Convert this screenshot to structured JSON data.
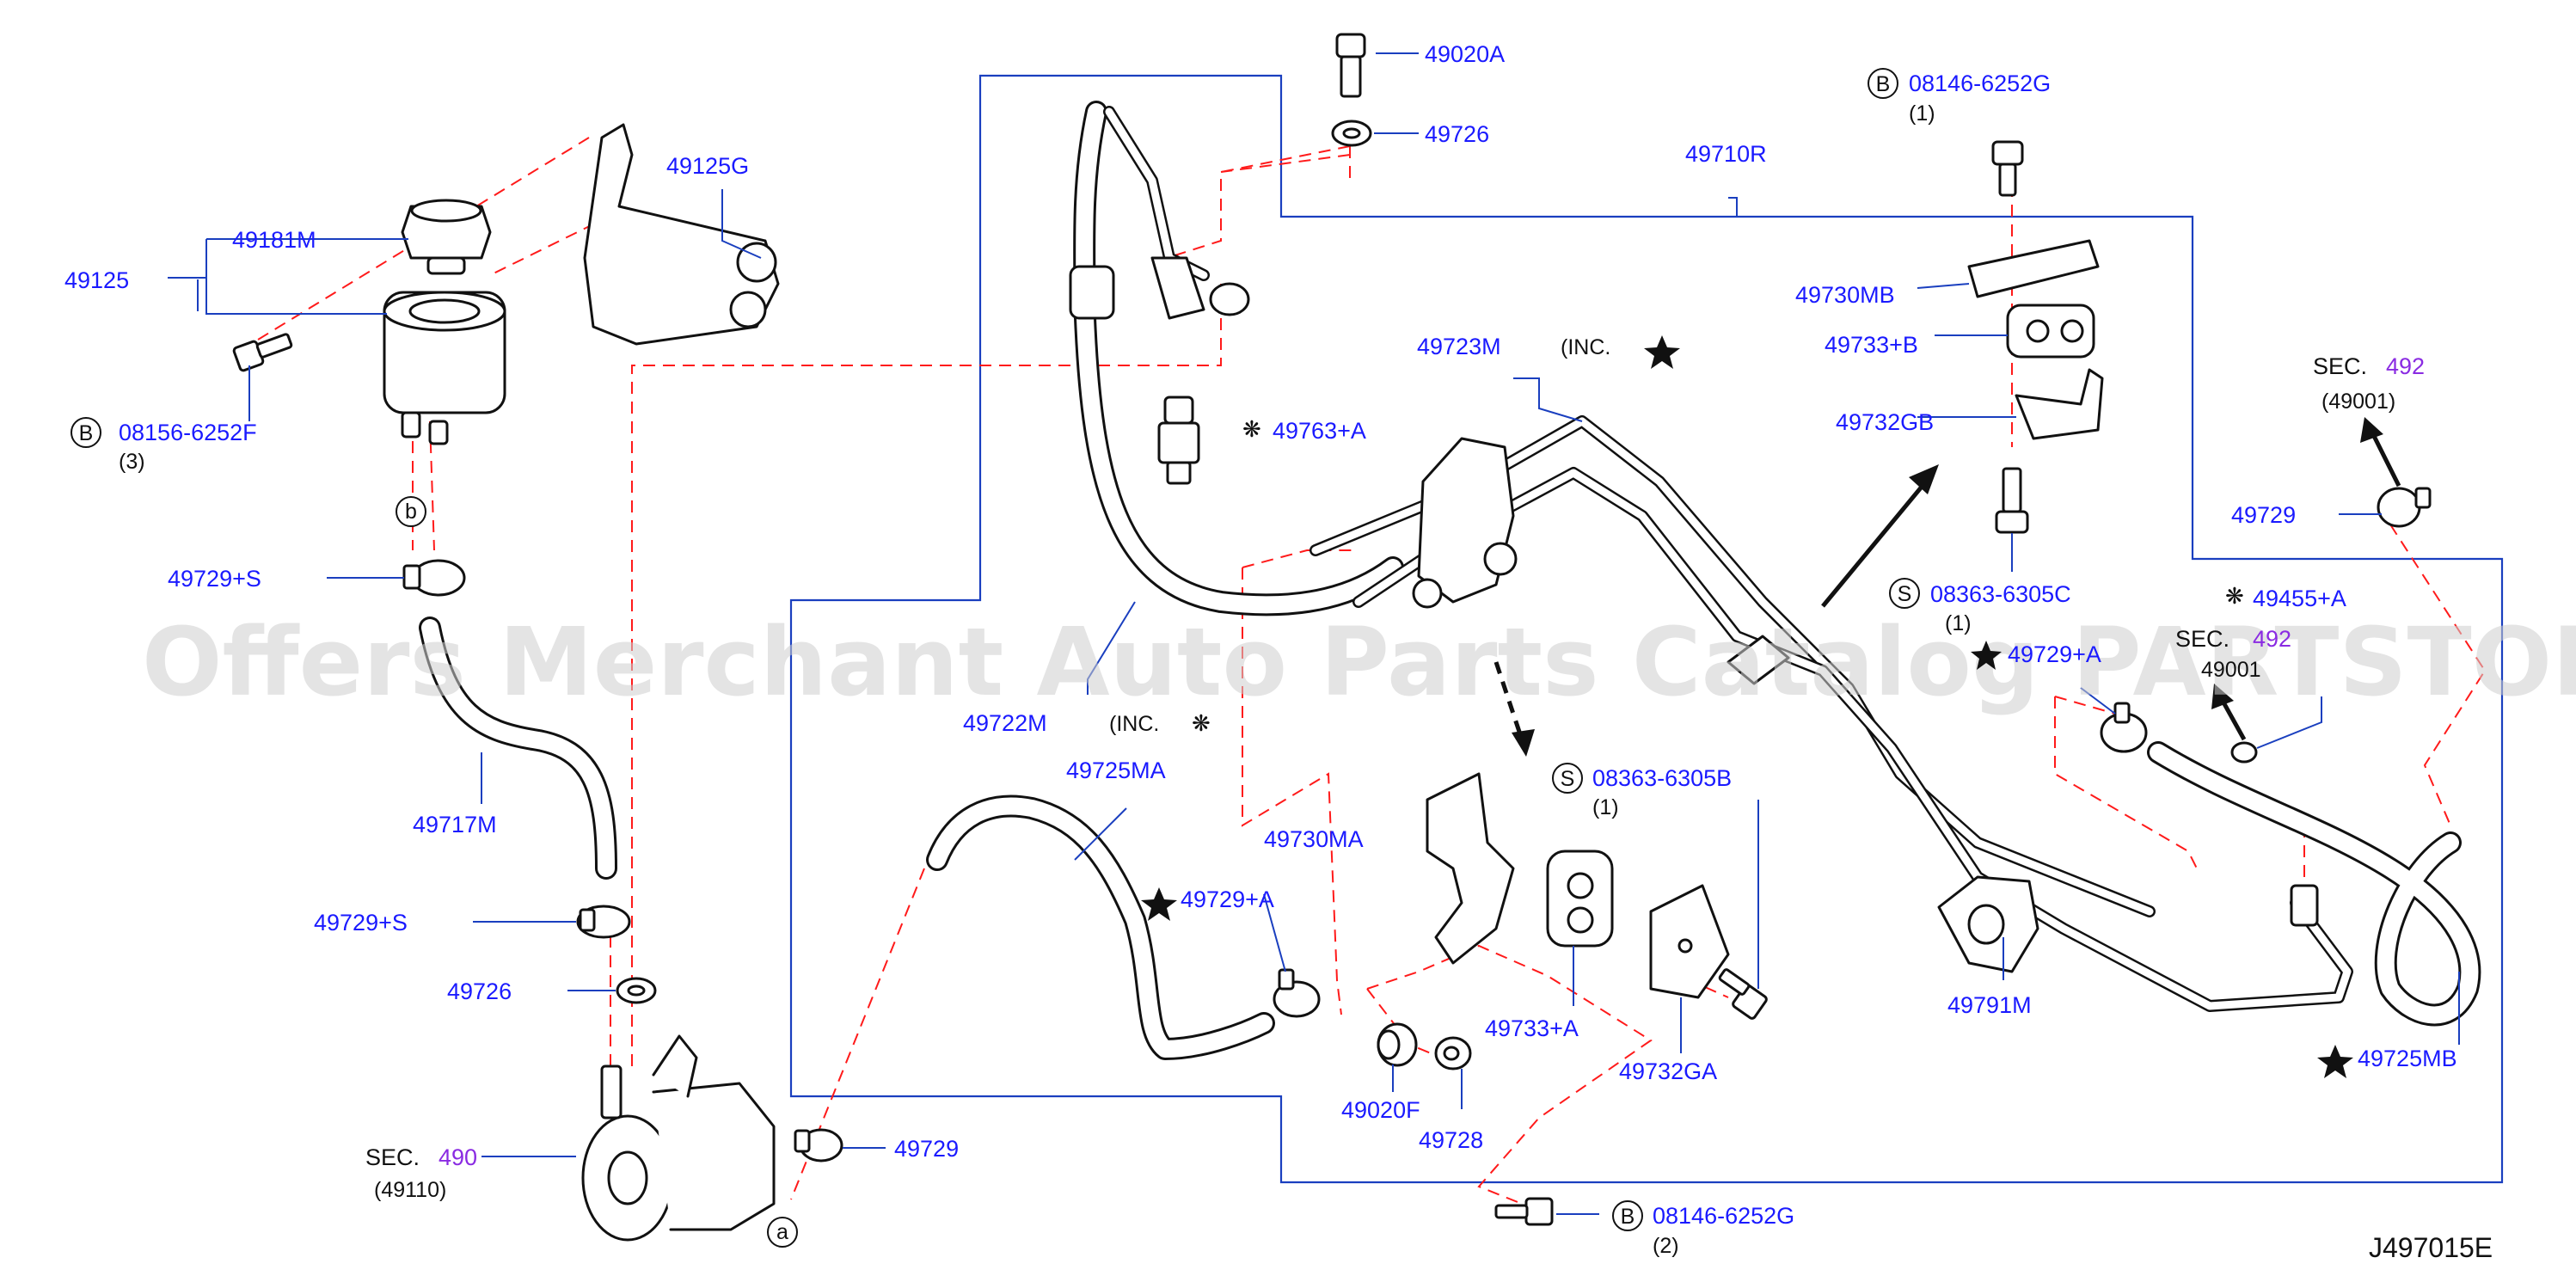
{
  "labels": {
    "p49020A": "49020A",
    "p49726_top": "49726",
    "p49710R": "49710R",
    "p49125G": "49125G",
    "p49181M": "49181M",
    "p49125": "49125",
    "p08156_6252F": "08156-6252F",
    "qty_3": "(3)",
    "p49729S_top": "49729+S",
    "p49717M": "49717M",
    "p49729S_bottom": "49729+S",
    "p49726_bottom": "49726",
    "sec490": "SEC.",
    "sec490_num": "490",
    "p49110": "(49110)",
    "p49729_bottom": "49729",
    "p49722M": "49722M",
    "inc_49722M": "(INC.",
    "p49725MA": "49725MA",
    "p49730MA": "49730MA",
    "p49729A_left": "49729+A",
    "p49723M": "49723M",
    "inc_49723M": "(INC.",
    "p49763A": "49763+A",
    "p08146_6252G_top": "08146-6252G",
    "qty_1_top": "(1)",
    "p49730MB": "49730MB",
    "p49733B": "49733+B",
    "p49732GB": "49732GB",
    "p08363_6305C": "08363-6305C",
    "qty_1_c": "(1)",
    "p49729A_right": "49729+A",
    "p08363_6305B": "08363-6305B",
    "qty_1_b": "(1)",
    "p49733A": "49733+A",
    "p49732GA": "49732GA",
    "p49020F": "49020F",
    "p49728": "49728",
    "p08146_6252G_bottom": "08146-6252G",
    "qty_2": "(2)",
    "p49791M": "49791M",
    "p49725MB": "49725MB",
    "sec492": "SEC.",
    "sec492_num": "492",
    "p49001": "(49001)",
    "p49729_right": "49729",
    "p49455A": "49455+A",
    "sec492_hidden": "SEC.",
    "sec492_hidden_num": "492",
    "p49001_hidden": "49001",
    "circle_B": "B",
    "circle_S": "S",
    "circle_a": "a",
    "circle_b": "b",
    "diagram_code": "J497015E",
    "watermark": "Offers Merchant Auto Parts Catalog PARTSTORE.SA"
  },
  "colors": {
    "label_blue": "#1a1aff",
    "leader_blue": "#1a3fbf",
    "dash_red": "#ff1a1a",
    "section_purple": "#8a2be2",
    "ink": "#111111"
  },
  "symbols": {
    "star": "star-symbol",
    "asterisk": "asterisk-symbol"
  }
}
